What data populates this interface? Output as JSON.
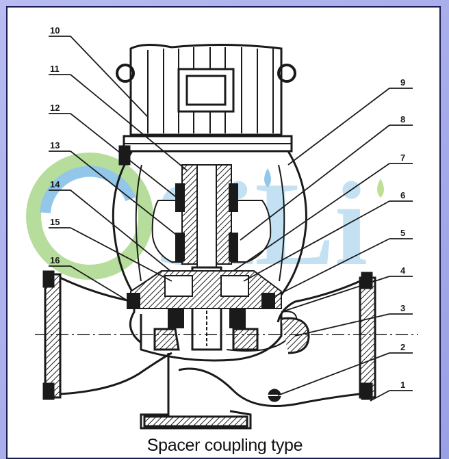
{
  "caption": "Spacer coupling type",
  "watermark": {
    "text": "SiLi",
    "colors": [
      "#3a9bd8",
      "#8cc63f"
    ]
  },
  "callouts": [
    "1",
    "2",
    "3",
    "4",
    "5",
    "6",
    "7",
    "8",
    "9",
    "10",
    "11",
    "12",
    "13",
    "14",
    "15",
    "16"
  ],
  "colors": {
    "frame": "#a6abea",
    "border": "#1b1e52",
    "ink": "#1a1a1a"
  }
}
